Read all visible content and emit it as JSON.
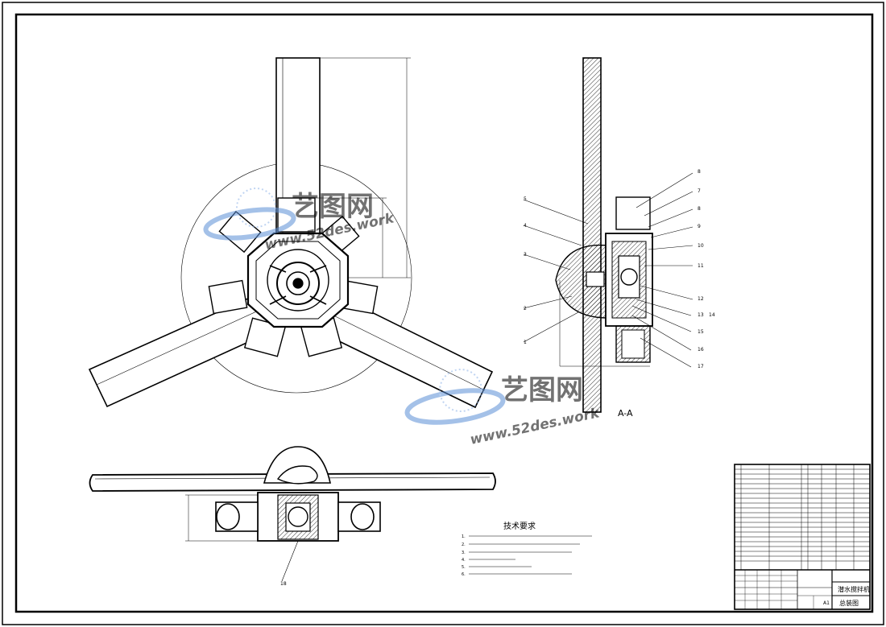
{
  "drawing": {
    "section_label": "A-A",
    "tech_requirements_title": "技术要求",
    "tech_requirements": [
      "1.",
      "2.",
      "3.",
      "4.",
      "5.",
      "6."
    ],
    "callouts_right": [
      "8",
      "7",
      "8",
      "9",
      "10",
      "11",
      "12",
      "13",
      "14",
      "15",
      "16",
      "17"
    ],
    "callouts_left": [
      "5",
      "4",
      "3",
      "2",
      "1"
    ],
    "callout_bottom": "18",
    "title_block": {
      "name": "潜水搅拌机",
      "view": "总装图",
      "sheet": "A1"
    },
    "watermark": {
      "brand": "艺图网",
      "url": "www.52des.work"
    },
    "colors": {
      "line": "#000000",
      "watermark": "#5b8fd6"
    }
  }
}
